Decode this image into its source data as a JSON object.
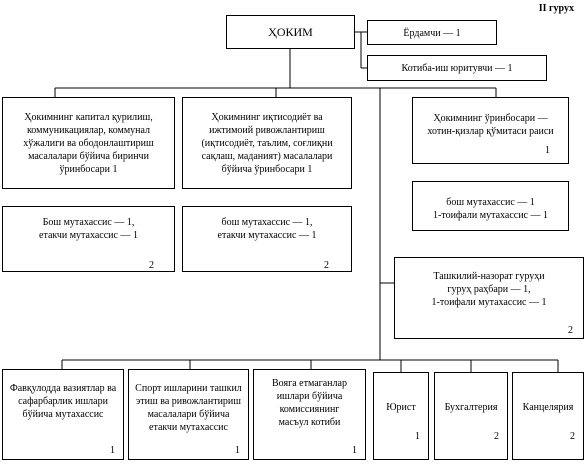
{
  "group_label": "II  гурух",
  "nodes": {
    "hokim": {
      "text": "ҲОКИМ"
    },
    "yordamchi": {
      "text": "Ёрдамчи — 1"
    },
    "kotiba": {
      "text": "Котиба-иш юритувчи — 1"
    },
    "dep1": {
      "text": "Ҳокимнинг капитал қурилиш,\nкоммуникациялар, коммунал\nхўжалиги ва ободонлаштириш\nмасалалари бўйича биринчи\nўринбосари   1"
    },
    "dep2": {
      "text": "Ҳокимнинг иқтисодиёт ва\nижтимоий ривожлантириш\n(иқтисодиёт, таълим, соғлиқни\nсақлаш, маданият) масалалари\nбўйича ўринбосари  1"
    },
    "dep3": {
      "text": "Ҳокимнинг ўринбосари —\nхотин-қизлар қўмитаси раиси",
      "num": "1"
    },
    "sub1": {
      "text": "Бош мутахассис — 1,\nетакчи мутахассис — 1",
      "num": "2"
    },
    "sub2": {
      "text": "бош мутахассис — 1,\nетакчи мутахассис — 1",
      "num": "2"
    },
    "sub3": {
      "text": "бош мутахассис — 1\n1-тоифали мутахассис — 1"
    },
    "nazorat": {
      "text": "Ташкилий-назорат гуруҳи\nгуруҳ раҳбари — 1,\n1-тоифали мутахассис — 1",
      "num": "2"
    },
    "b1": {
      "text": "Фавқулодда вазиятлар ва\nсафарбарлик ишлари\nбўйича мутахассис",
      "num": "1"
    },
    "b2": {
      "text": "Спорт ишларини ташкил\nэтиш ва ривожлантириш\nмасалалари бўйича\nетакчи мутахассис",
      "num": "1"
    },
    "b3": {
      "text": "Вояга етмаганлар\nишлари бўйича\nкомиссиянинг\nмасъул котиби",
      "num": "1"
    },
    "b4": {
      "text": "Юрист",
      "num": "1"
    },
    "b5": {
      "text": "Бухгалтерия",
      "num": "2"
    },
    "b6": {
      "text": "Канцелярия",
      "num": "2"
    }
  }
}
